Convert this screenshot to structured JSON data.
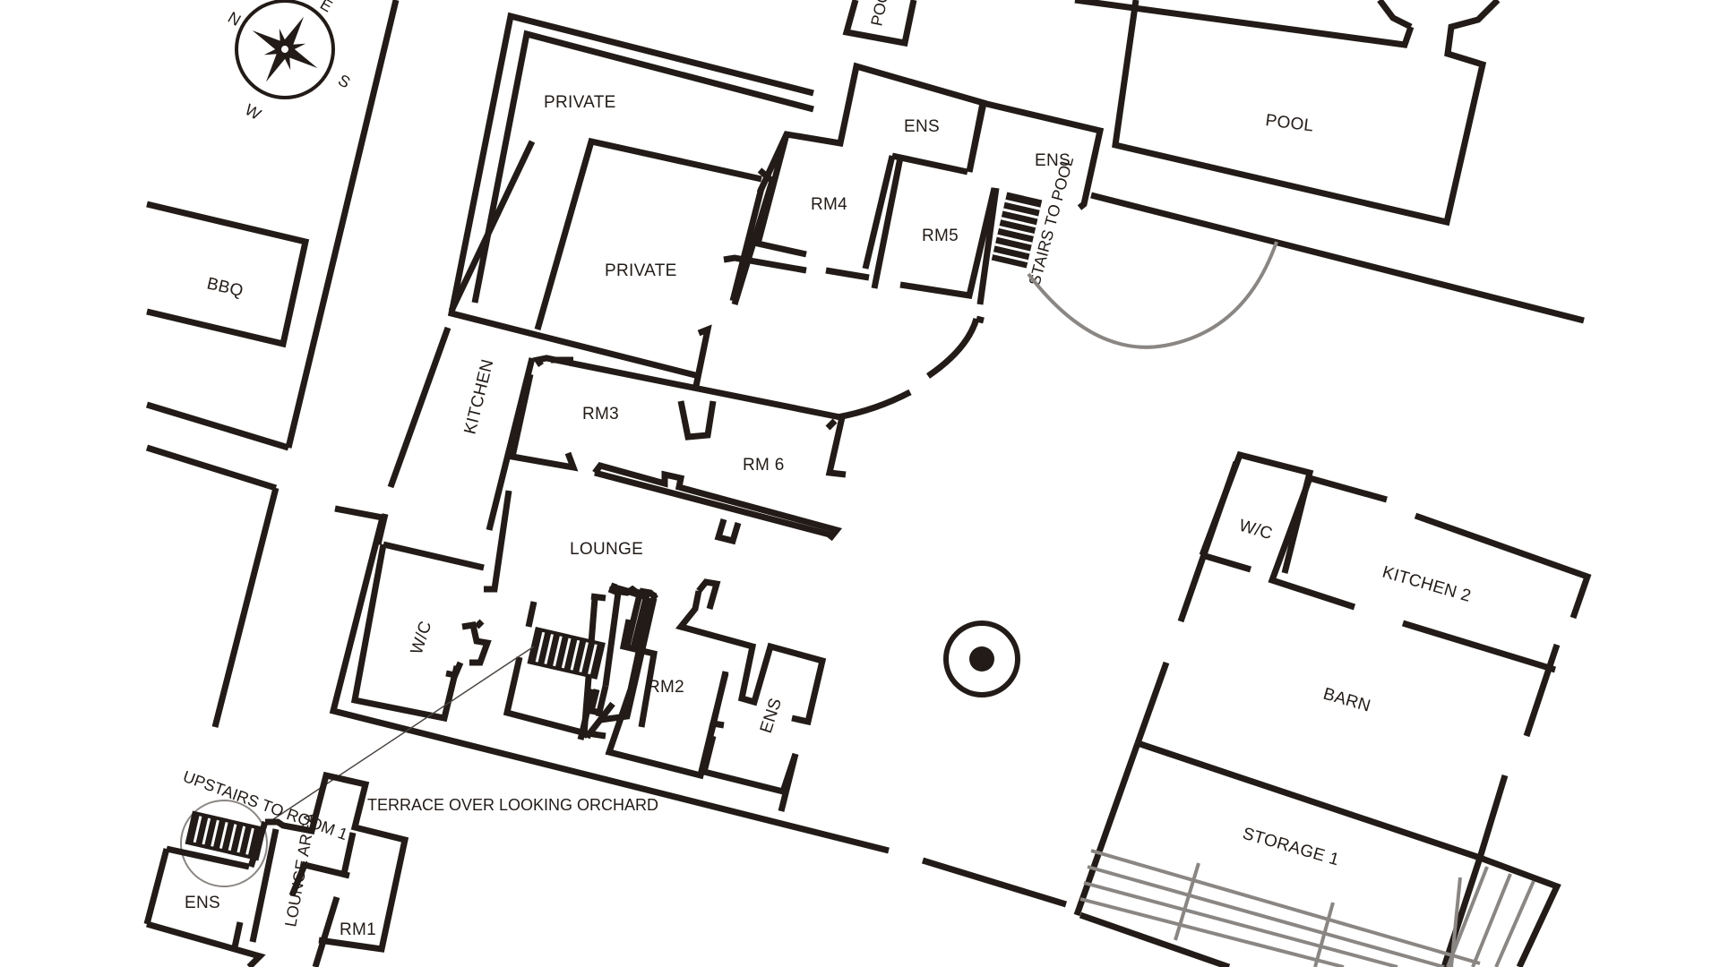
{
  "compass": {
    "north": "N",
    "east": "E",
    "south": "S",
    "west": "W"
  },
  "rooms": {
    "private_top": "PRIVATE",
    "private_inner": "PRIVATE",
    "ens_rm4": "ENS",
    "ens_rm5": "ENS",
    "rm4": "RM4",
    "rm5": "RM5",
    "pool": "POOL",
    "pool_house": "POOL HOUSE",
    "stairs_to_pool": "STAIRS TO POOL",
    "bbq": "BBQ",
    "kitchen": "KITCHEN",
    "rm3": "RM3",
    "rm6": "RM 6",
    "lounge": "LOUNGE",
    "wc_main": "W/C",
    "rm2": "RM2",
    "ens_rm2": "ENS",
    "upstairs_room1": "UPSTAIRS TO ROOM 1",
    "terrace": "TERRACE OVER LOOKING ORCHARD",
    "ens_rm1": "ENS",
    "lounge_area": "LOUNGE AREA",
    "rm1": "RM1",
    "wc_barn": "W/C",
    "kitchen2": "KITCHEN 2",
    "barn": "BARN",
    "storage1": "STORAGE 1"
  }
}
